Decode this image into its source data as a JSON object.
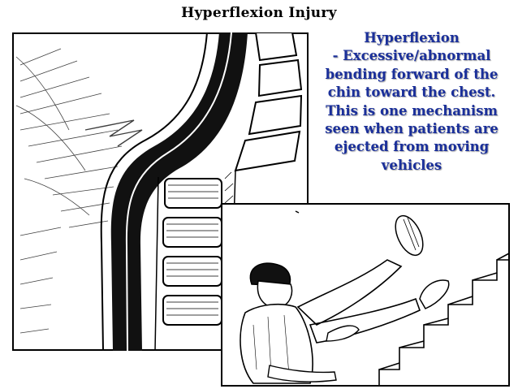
{
  "slide": {
    "title": "Hyperflexion Injury"
  },
  "callout": {
    "heading": "Hyperflexion",
    "lines": [
      "- Excessive/abnormal",
      "bending forward of the",
      "chin toward the chest.",
      "This is one mechanism",
      "seen when patients are",
      "ejected from moving",
      "vehicles"
    ],
    "text_color": "#1a2f9a"
  },
  "illustrations": {
    "spine": "cervical-spine-flexion-drawing",
    "fall": "person-falling-down-stairs-drawing"
  }
}
